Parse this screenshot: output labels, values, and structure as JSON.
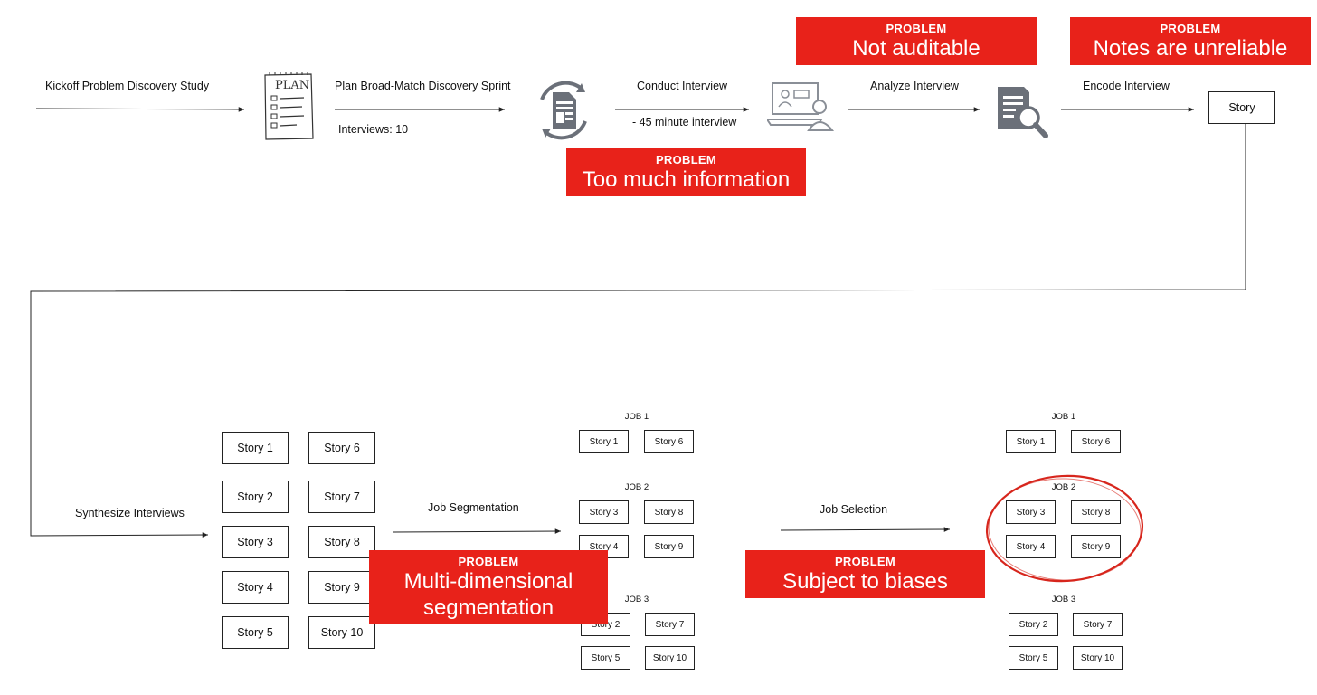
{
  "flow": {
    "kickoff": "Kickoff Problem Discovery Study",
    "plan": "Plan Broad-Match Discovery Sprint",
    "interviews_count": "Interviews: 10",
    "conduct": "Conduct Interview",
    "duration": "- 45 minute interview",
    "analyze": "Analyze Interview",
    "encode": "Encode Interview",
    "story": "Story",
    "synthesize": "Synthesize Interviews",
    "job_segmentation": "Job Segmentation",
    "job_selection": "Job Selection",
    "plan_sketch_text": "PLAN"
  },
  "stories": {
    "s1": "Story 1",
    "s2": "Story 2",
    "s3": "Story 3",
    "s4": "Story 4",
    "s5": "Story 5",
    "s6": "Story 6",
    "s7": "Story 7",
    "s8": "Story 8",
    "s9": "Story 9",
    "s10": "Story 10"
  },
  "jobs": {
    "j1": "JOB 1",
    "j2": "JOB 2",
    "j3": "JOB 3"
  },
  "problems": {
    "tag": "PROBLEM",
    "not_auditable": "Not auditable",
    "notes_unreliable": "Notes are unreliable",
    "too_much_info": "Too much information",
    "multi_dim_line1": "Multi-dimensional",
    "multi_dim_line2": "segmentation",
    "subject_biases": "Subject to biases"
  },
  "colors": {
    "problem_red": "#e8221a",
    "icon_gray": "#6b7079",
    "line": "#222222"
  },
  "icons": [
    "plan-sketch-icon",
    "document-cycle-icon",
    "interview-laptop-icon",
    "document-search-icon"
  ]
}
